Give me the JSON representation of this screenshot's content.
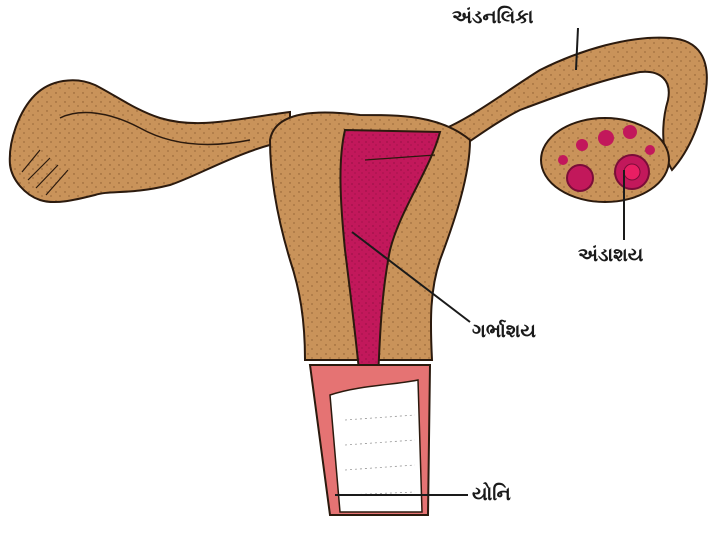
{
  "labels": {
    "fallopian_tube": "અંડનલિકા",
    "ovary": "અંડાશય",
    "uterus": "ગર્ભાશય",
    "vagina": "યોનિ"
  },
  "colors": {
    "tissue": "#c9935a",
    "tissue_dark": "#8a5a2e",
    "uterine_lining": "#c2185b",
    "vaginal_wall": "#e57373",
    "outline": "#2b1a0e",
    "label_text": "#1a1a1a"
  }
}
